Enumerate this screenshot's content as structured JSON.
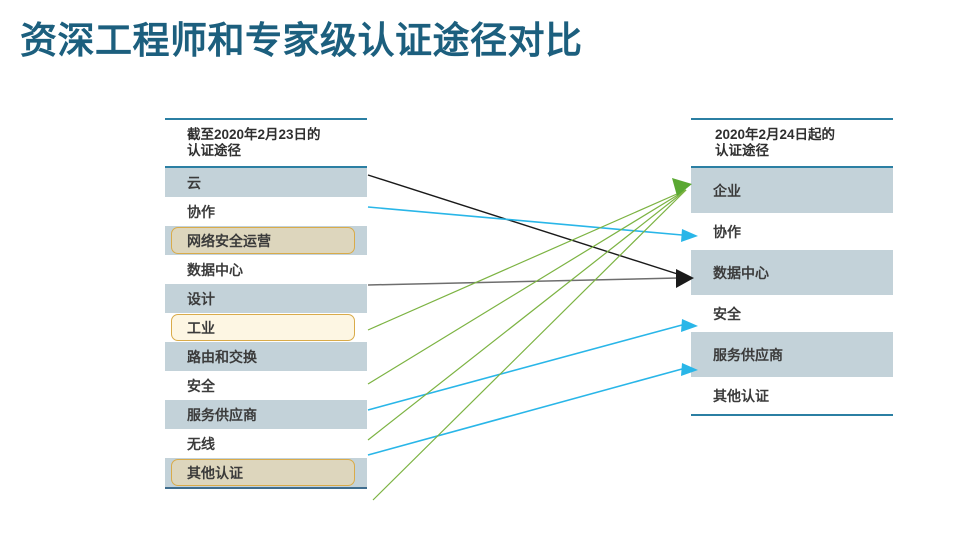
{
  "slide": {
    "title": "资深工程师和专家级认证途径对比",
    "title_color": "#1c5f7e",
    "background": "#ffffff"
  },
  "palette": {
    "rule": "#2b7fa3",
    "row_shaded": "#c3d2d9",
    "highlight_border": "#d9ab4a",
    "highlight_tan": "#ddd6bd",
    "highlight_cream": "#fdf6e3",
    "arrow_green": "#7cb342",
    "arrow_green_head": "#5aa832",
    "arrow_blue": "#29b6e8",
    "arrow_black": "#1a1a1a",
    "arrow_gray": "#6e6e6e"
  },
  "left_column": {
    "header": "截至2020年2月23日的\n认证途径",
    "rows": [
      {
        "label": "云",
        "style": "shaded"
      },
      {
        "label": "协作",
        "style": "plain"
      },
      {
        "label": "网络安全运营",
        "style": "shaded-highlight-tan"
      },
      {
        "label": "数据中心",
        "style": "plain"
      },
      {
        "label": "设计",
        "style": "shaded"
      },
      {
        "label": "工业",
        "style": "highlight-cream"
      },
      {
        "label": "路由和交换",
        "style": "shaded"
      },
      {
        "label": "安全",
        "style": "plain"
      },
      {
        "label": "服务供应商",
        "style": "shaded"
      },
      {
        "label": "无线",
        "style": "plain"
      },
      {
        "label": "其他认证",
        "style": "shaded-highlight-tan"
      }
    ]
  },
  "right_column": {
    "header": "2020年2月24日起的\n认证途径",
    "rows": [
      {
        "label": "企业",
        "style": "shaded"
      },
      {
        "label": "协作",
        "style": "plain"
      },
      {
        "label": "数据中心",
        "style": "shaded"
      },
      {
        "label": "安全",
        "style": "plain"
      },
      {
        "label": "服务供应商",
        "style": "shaded"
      },
      {
        "label": "其他认证",
        "style": "plain"
      }
    ]
  },
  "connections": [
    {
      "from": "云",
      "to": "数据中心",
      "color": "#1a1a1a",
      "head": "none"
    },
    {
      "from": "协作",
      "to": "协作",
      "color": "#29b6e8",
      "head": "blue"
    },
    {
      "from": "数据中心",
      "to": "数据中心",
      "color": "#6e6e6e",
      "head": "black"
    },
    {
      "from": "设计",
      "to": "企业",
      "color": "#7cb342",
      "head": "none"
    },
    {
      "from": "路由和交换",
      "to": "企业",
      "color": "#7cb342",
      "head": "none"
    },
    {
      "from": "安全",
      "to": "安全",
      "color": "#29b6e8",
      "head": "blue"
    },
    {
      "from": "服务供应商",
      "to": "服务供应商",
      "color": "#29b6e8",
      "head": "blue"
    },
    {
      "from": "无线",
      "to": "企业",
      "color": "#7cb342",
      "head": "none"
    },
    {
      "from": "其他认证",
      "to": "企业",
      "color": "#7cb342",
      "head": "green"
    }
  ]
}
